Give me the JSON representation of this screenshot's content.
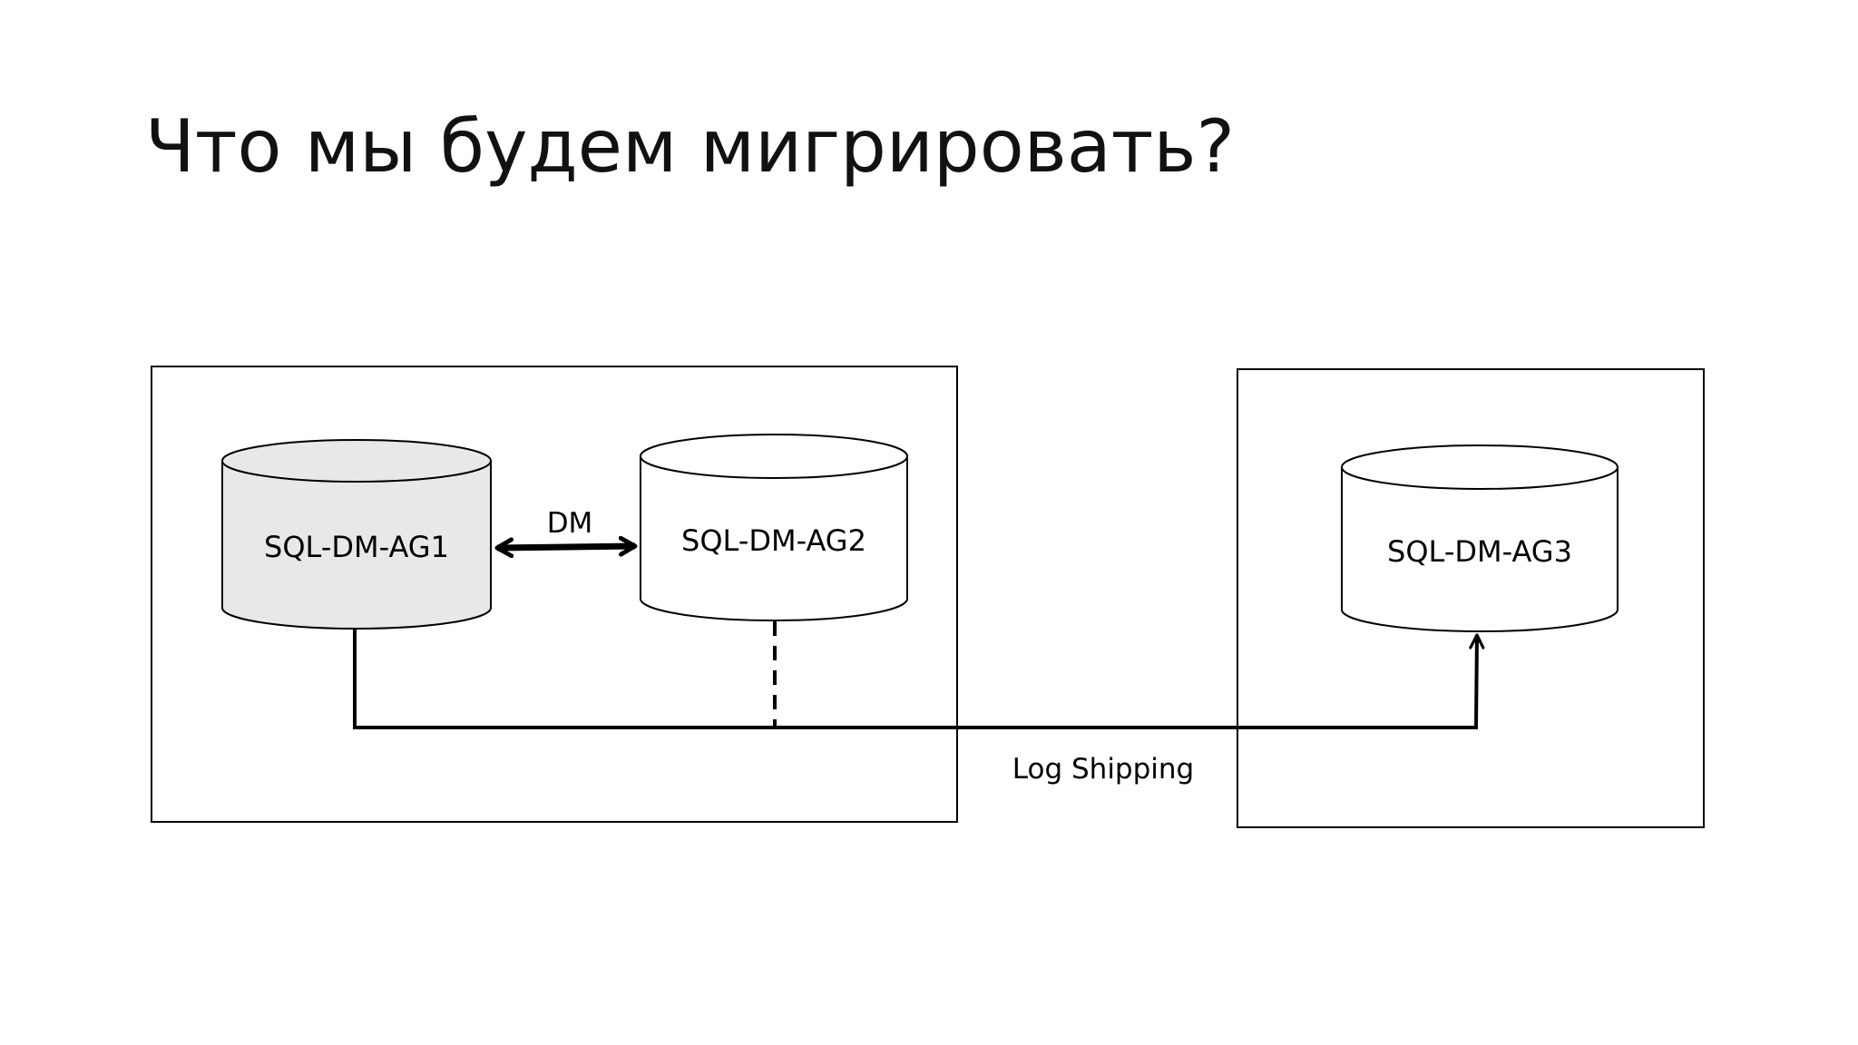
{
  "slide": {
    "title": "Что мы будем мигрировать?"
  },
  "diagram": {
    "nodes": [
      {
        "id": "ag1",
        "label": "SQL-DM-AG1",
        "shape": "database-cylinder",
        "fill": "#e8e8e8"
      },
      {
        "id": "ag2",
        "label": "SQL-DM-AG2",
        "shape": "database-cylinder",
        "fill": "#ffffff"
      },
      {
        "id": "ag3",
        "label": "SQL-DM-AG3",
        "shape": "database-cylinder",
        "fill": "#ffffff"
      }
    ],
    "edges": [
      {
        "from": "ag1",
        "to": "ag2",
        "label": "DM",
        "style": "bold-bidirectional-arrow"
      },
      {
        "from": "ag1",
        "to": "ag3",
        "label": "Log Shipping",
        "style": "solid-arrow"
      },
      {
        "from": "ag2",
        "to": "ag3",
        "label": "",
        "style": "dashed-line"
      }
    ],
    "colors": {
      "stroke": "#000000",
      "shaded_fill": "#e8e8e8",
      "background": "#ffffff"
    }
  }
}
